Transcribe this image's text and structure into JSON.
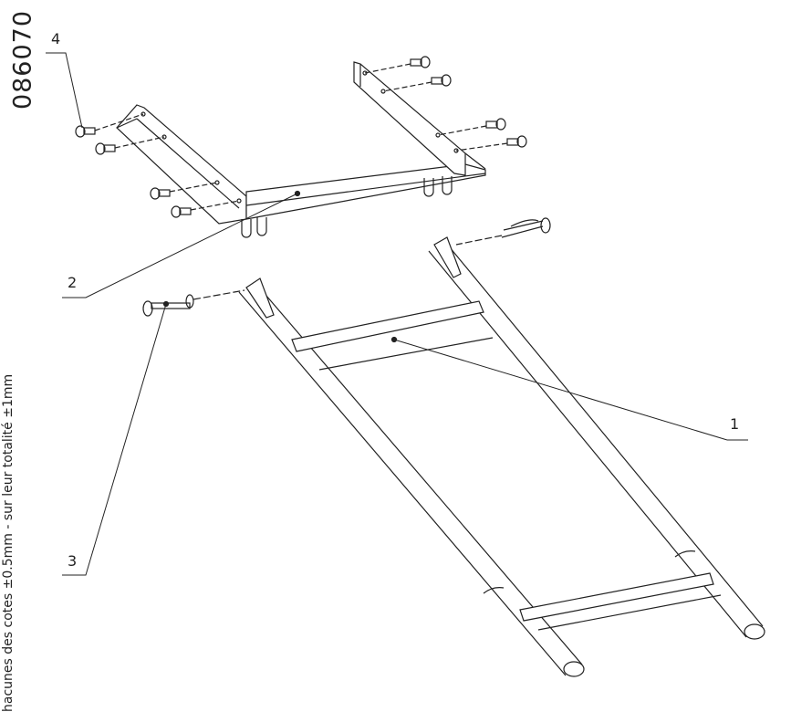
{
  "document_number": "086070",
  "tolerance_note": "hacunes des cotes ±0.5mm - sur leur totalité ±1mm",
  "callouts": [
    {
      "label": "1",
      "part": "frame"
    },
    {
      "label": "2",
      "part": "bracket"
    },
    {
      "label": "3",
      "part": "pin-left"
    },
    {
      "label": "4",
      "part": "screw"
    }
  ],
  "colors": {
    "line": "#222222",
    "background": "#ffffff"
  }
}
